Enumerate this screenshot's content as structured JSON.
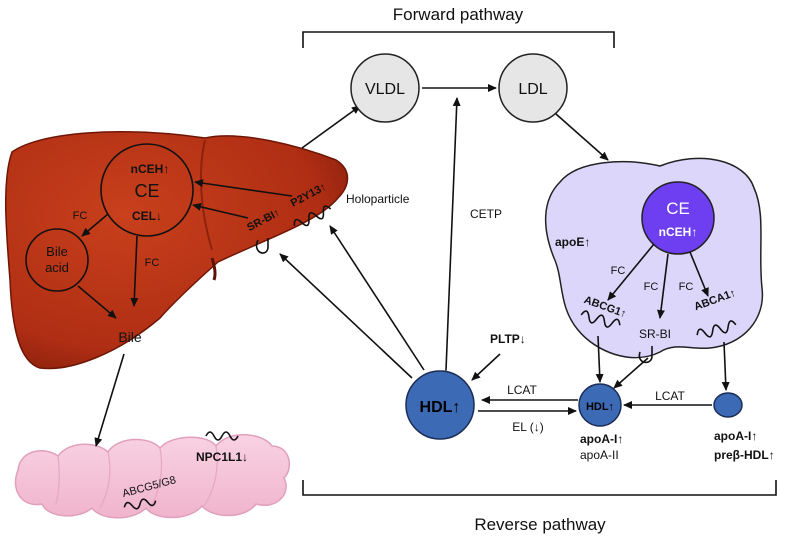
{
  "titles": {
    "forward": "Forward pathway",
    "reverse": "Reverse pathway"
  },
  "nodes": {
    "vldl": "VLDL",
    "ldl": "LDL",
    "hdl_main": "HDL↑",
    "hdl_small": "HDL↑",
    "macro_ce": "CE",
    "macro_nceh": "nCEH↑",
    "liver_ce": "CE",
    "liver_nceh": "nCEH↑",
    "liver_cel": "CEL↓",
    "bile_acid_1": "Bile",
    "bile_acid_2": "acid",
    "bile": "Bile"
  },
  "labels": {
    "holoparticle": "Holoparticle",
    "cetp": "CETP",
    "p2y13": "P2Y13↑",
    "srbi_liver": "SR-BI↑",
    "fc_liver_1": "FC",
    "fc_liver_2": "FC",
    "fc_macro_1": "FC",
    "fc_macro_2": "FC",
    "fc_macro_3": "FC",
    "apoe": "apoE↑",
    "abcg1": "ABCG1↑",
    "srbi_macro": "SR-BI",
    "abca1": "ABCA1↑",
    "pltp": "PLTP↓",
    "lcat_1": "LCAT",
    "lcat_2": "LCAT",
    "el": "EL (↓)",
    "apoai_1": "apoA-I↑",
    "apoaii": "apoA-II",
    "apoai_2": "apoA-I↑",
    "prebeta": "preβ-HDL↑",
    "abcg5g8": "ABCG5/G8",
    "npc1l1": "NPC1L1↓"
  },
  "colors": {
    "liver": "#b83218",
    "liver_dark": "#7a1a08",
    "macrophage": "#ddd6fb",
    "macrophage_core": "#6d3ff0",
    "hdl": "#3d6ab5",
    "lipoprotein": "#e6e6e6",
    "intestine": "#f4c2d8"
  }
}
